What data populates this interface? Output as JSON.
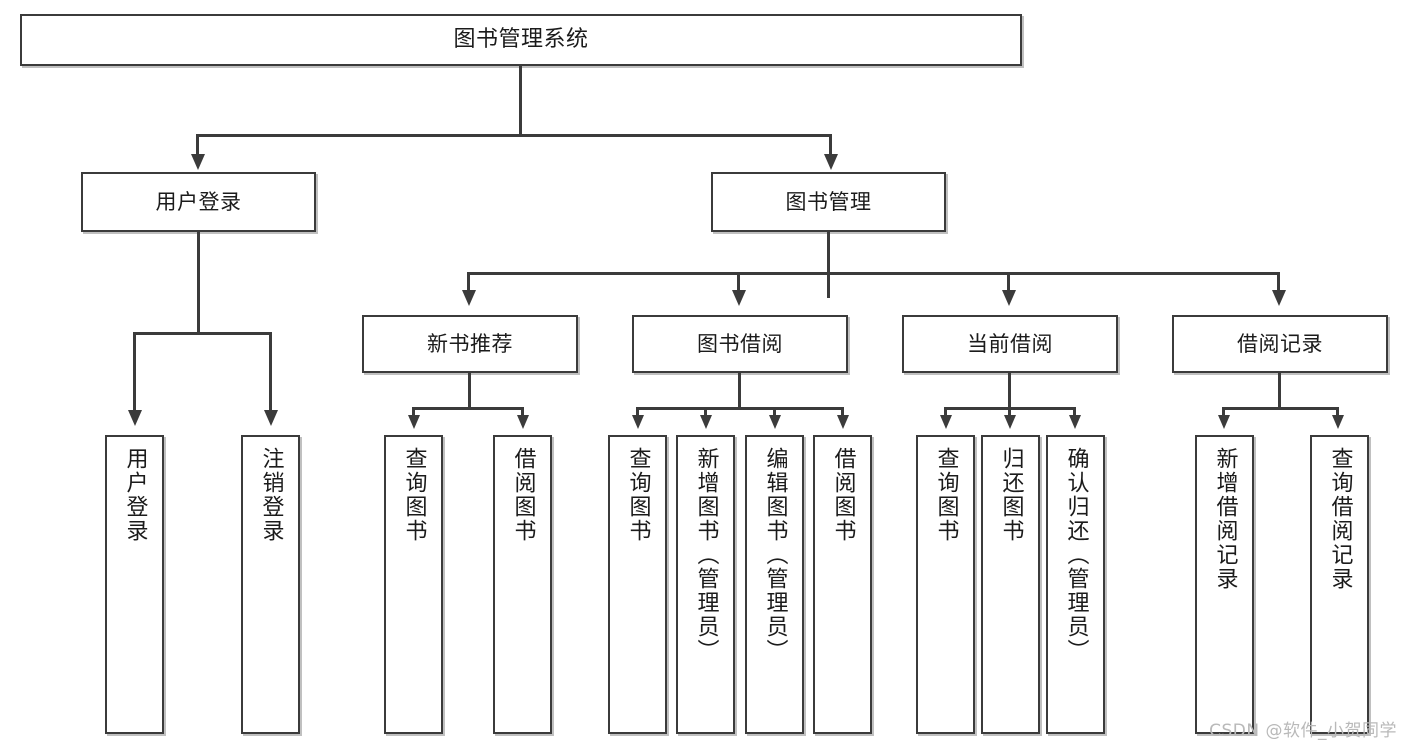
{
  "diagram": {
    "title": "图书管理系统",
    "type": "hierarchy-tree",
    "root": {
      "id": "root",
      "label": "图书管理系统"
    },
    "level2": [
      {
        "id": "user-login",
        "label": "用户登录"
      },
      {
        "id": "book-manage",
        "label": "图书管理"
      }
    ],
    "level3": [
      {
        "id": "new-book-recommend",
        "label": "新书推荐"
      },
      {
        "id": "book-borrow",
        "label": "图书借阅"
      },
      {
        "id": "current-borrow",
        "label": "当前借阅"
      },
      {
        "id": "borrow-record",
        "label": "借阅记录"
      }
    ],
    "leaves": {
      "user_login": [
        {
          "id": "leaf-user-login",
          "label": "用户登录"
        },
        {
          "id": "leaf-logout-login",
          "label": "注销登录"
        }
      ],
      "new_book_recommend": [
        {
          "id": "leaf-query-book-1",
          "label": "查询图书"
        },
        {
          "id": "leaf-borrow-book-1",
          "label": "借阅图书"
        }
      ],
      "book_borrow": [
        {
          "id": "leaf-query-book-2",
          "label": "查询图书"
        },
        {
          "id": "leaf-add-book",
          "label": "新增图书（管理员）"
        },
        {
          "id": "leaf-edit-book",
          "label": "编辑图书（管理员）"
        },
        {
          "id": "leaf-borrow-book-2",
          "label": "借阅图书"
        }
      ],
      "current_borrow": [
        {
          "id": "leaf-query-book-3",
          "label": "查询图书"
        },
        {
          "id": "leaf-return-book",
          "label": "归还图书"
        },
        {
          "id": "leaf-confirm-return",
          "label": "确认归还（管理员）"
        }
      ],
      "borrow_record": [
        {
          "id": "leaf-add-record",
          "label": "新增借阅记录"
        },
        {
          "id": "leaf-query-record",
          "label": "查询借阅记录"
        }
      ]
    }
  },
  "watermark": {
    "text": "CSDN @软件_小贺同学"
  },
  "colors": {
    "stroke": "#3b3b3b",
    "fill": "#ffffff",
    "text": "#1b1b1b",
    "watermark": "#b9b9b9"
  }
}
